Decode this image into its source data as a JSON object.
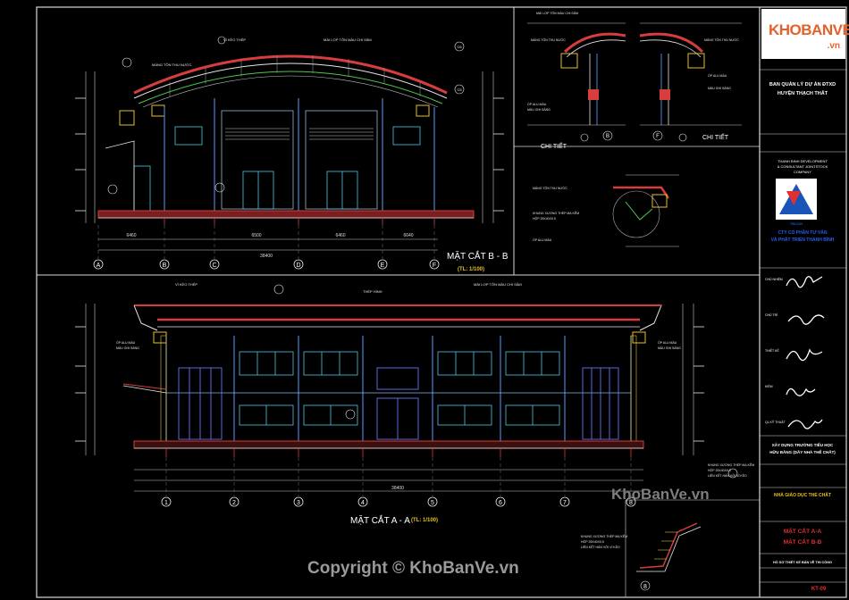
{
  "watermark": {
    "logo_main": "KHOBANVE",
    "logo_suffix": ".vn",
    "mid_text": "KhoBanVe.vn",
    "copyright": "Copyright © KhoBanVe.vn"
  },
  "section_bb": {
    "title": "MẶT CẮT B - B",
    "scale": "(TL: 1/100)",
    "axes": [
      "A",
      "B",
      "C",
      "D",
      "E",
      "F"
    ],
    "dims": [
      "6460",
      "6500",
      "6460",
      "6640",
      "38400"
    ],
    "callouts": [
      "MÁNG TÔN THU NƯỚC",
      "VÌ KÈO THÉP",
      "MÁI LỢP TÔN MÀU CHI SÂM",
      "C6",
      "C5"
    ]
  },
  "section_aa": {
    "title": "MẶT CẮT A - A",
    "scale": "(TL: 1/100)",
    "axes": [
      "1",
      "2",
      "3",
      "4",
      "5",
      "6",
      "7",
      "8"
    ],
    "dims_total": "38400",
    "callouts": [
      "VÌ KÈO THÉP",
      "THÉP HÌNH",
      "MÁI LỢP TÔN MÀU CHI SẦM",
      "ỐP ALU MÀU",
      "MÀU GHI SÁNG",
      "KHUNG XƯƠNG THÉP MẠ KẼM",
      "HỘP 25X40X0.5",
      "LIÊN KẾT HÀN VỚI VÌ KÈO"
    ]
  },
  "details": {
    "label_1": "CHI TIẾT",
    "label_2": "CHI TIẾT",
    "ref_b": "B",
    "ref_f": "F",
    "callouts": [
      "MÁI LỢP TÔN MÀU CHI SÂM",
      "MÁNG TÔN THU NƯỚC",
      "ỐP ALU MÀU",
      "MÀU GHI SÁNG",
      "KHUNG XƯƠNG THÉP MẠ KẼM",
      "HỘP 25X40X0.5"
    ]
  },
  "title_block": {
    "client": "BAN QUẢN LÝ DỰ ÁN ĐTXD",
    "client_2": "HUYỆN THẠCH THẤT",
    "consultant_en": "THANH BINH DEVELOPMENT",
    "consultant_en_2": "& CONSULTANT JOINTSTOCK",
    "consultant_en_3": "COMPANY",
    "consultant_vn": "CTY CỔ PHẦN TƯ VẤN",
    "consultant_vn_2": "VÀ PHÁT TRIỂN THANH BÌNH",
    "logo_text": "TBCON",
    "project": "XÂY DỰNG TRƯỜNG TIỂU HỌC",
    "project_2": "HỮU BẰNG (DÃY NHÀ THỂ CHẤT)",
    "item": "NHÀ GIÁO DỤC THỂ CHẤT",
    "drawing_name": "MẶT CẮT A-A",
    "drawing_name_2": "MẶT CẮT B-B",
    "phase": "HỒ SƠ THIẾT KẾ BẢN VẼ THI CÔNG",
    "sheet": "KT-09",
    "signers": [
      "CHỦ NHIỆM",
      "CHỦ TRÌ",
      "THIẾT KẾ",
      "KIỂM",
      "QL KỸ THUẬT"
    ]
  }
}
